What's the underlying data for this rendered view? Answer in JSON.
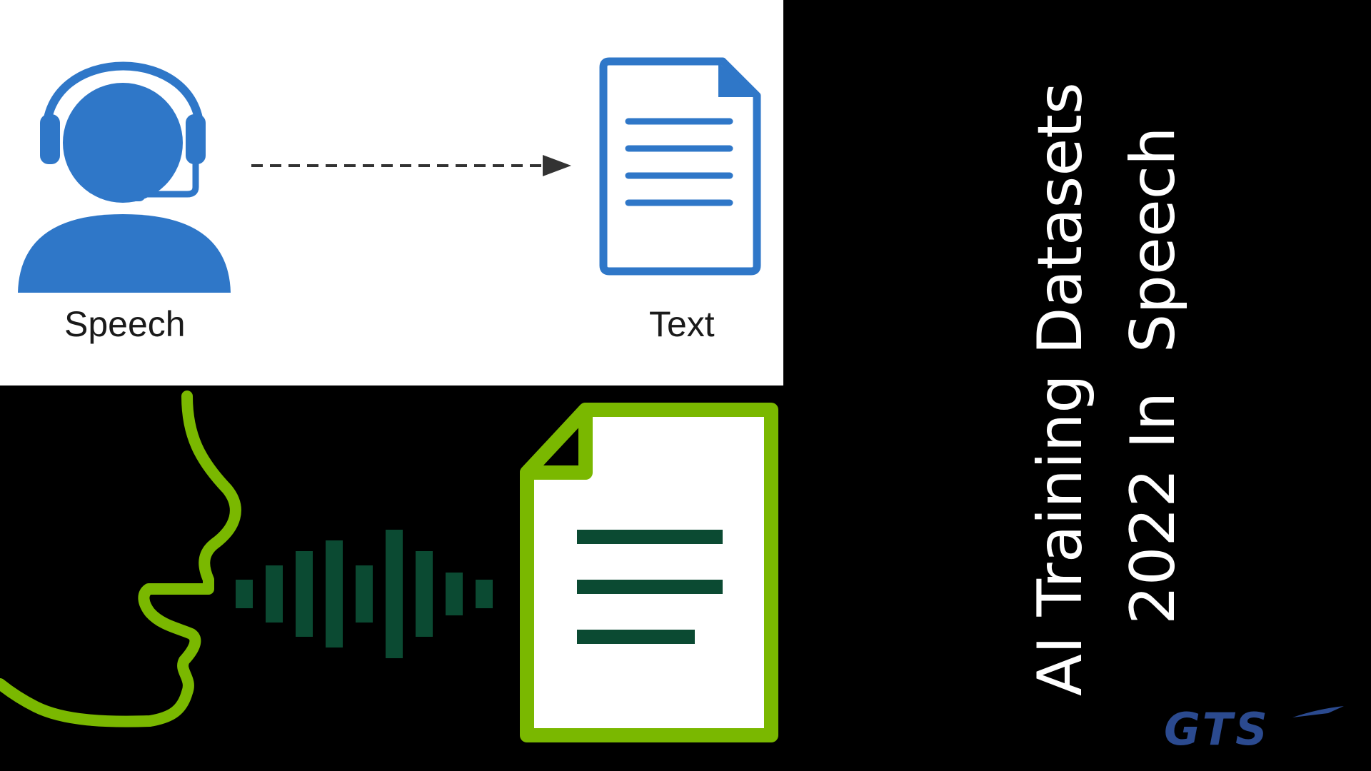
{
  "top_diagram": {
    "speech_label": "Speech",
    "text_label": "Text",
    "icons": [
      "headset-person-icon",
      "dashed-arrow-icon",
      "document-icon"
    ],
    "color": "#2f77c8"
  },
  "bottom_illustration": {
    "icons": [
      "speaking-face-icon",
      "sound-wave-icon",
      "document-icon"
    ],
    "outline_color": "#7ab800",
    "wave_color": "#0b4a32"
  },
  "title": {
    "line1": "AI Training Datasets",
    "line2": "2022 In  Speech"
  },
  "logo": {
    "text": "GTS",
    "color": "#2b4a8f"
  }
}
